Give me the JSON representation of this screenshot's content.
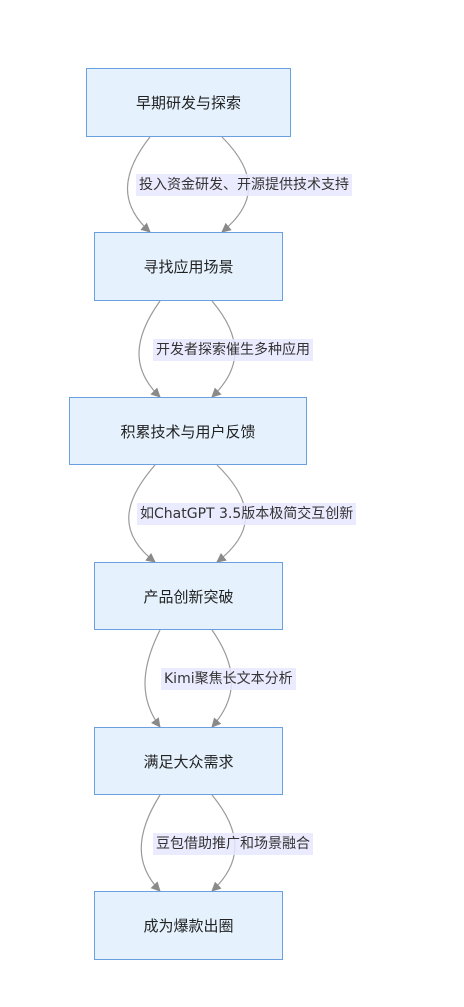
{
  "flowchart": {
    "nodes": [
      {
        "id": "n1",
        "label": "早期研发与探索"
      },
      {
        "id": "n2",
        "label": "寻找应用场景"
      },
      {
        "id": "n3",
        "label": "积累技术与用户反馈"
      },
      {
        "id": "n4",
        "label": "产品创新突破"
      },
      {
        "id": "n5",
        "label": "满足大众需求"
      },
      {
        "id": "n6",
        "label": "成为爆款出圈"
      }
    ],
    "edges": [
      {
        "from": "n1",
        "to": "n2",
        "label": "投入资金研发、开源提供技术支持"
      },
      {
        "from": "n2",
        "to": "n3",
        "label": "开发者探索催生多种应用"
      },
      {
        "from": "n3",
        "to": "n4",
        "label": "如ChatGPT 3.5版本极简交互创新"
      },
      {
        "from": "n4",
        "to": "n5",
        "label": "Kimi聚焦长文本分析"
      },
      {
        "from": "n5",
        "to": "n6",
        "label": "豆包借助推广和场景融合"
      }
    ],
    "colors": {
      "node_fill": "#e5f2fd",
      "node_border": "#6aa0e0",
      "edge": "#9a9a9a",
      "label_bg": "#e8e8ff"
    }
  }
}
